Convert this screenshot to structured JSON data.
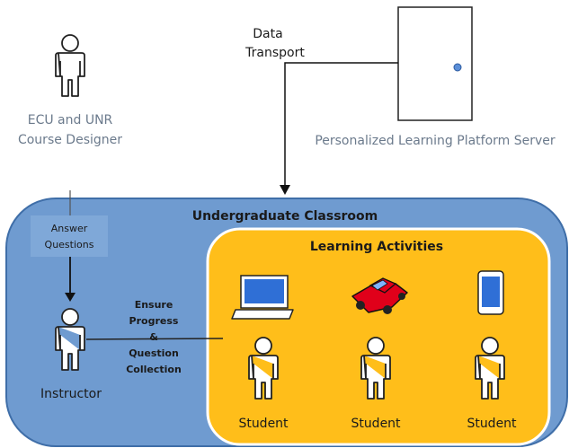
{
  "labels": {
    "course_designer_line1": "ECU and UNR",
    "course_designer_line2": "Course Designer",
    "data_transport_line1": "Data",
    "data_transport_line2": "Transport",
    "server": "Personalized Learning Platform Server",
    "classroom_title": "Undergraduate Classroom",
    "answer_line1": "Answer",
    "answer_line2": "Questions",
    "learning_activities": "Learning Activities",
    "ensure_line1": "Ensure",
    "ensure_line2": "Progress",
    "ensure_line3": "&",
    "ensure_line4": "Question",
    "ensure_line5": "Collection",
    "instructor": "Instructor",
    "students": [
      "Student",
      "Student",
      "Student"
    ]
  },
  "colors": {
    "classroom_fill": "#6f9bd0",
    "classroom_border": "#3f6ea8",
    "activities_fill": "#ffbe1a",
    "activities_border": "#ffffff",
    "answer_box_fill": "#7fa8d8",
    "server_gray_text": "#6b7a8c",
    "laptop_screen": "#2f6fd6",
    "car_body": "#e0001a",
    "phone_screen": "#2f6fd6"
  },
  "icons": [
    "person-icon",
    "server-door-icon",
    "laptop-icon",
    "car-icon",
    "phone-icon"
  ]
}
